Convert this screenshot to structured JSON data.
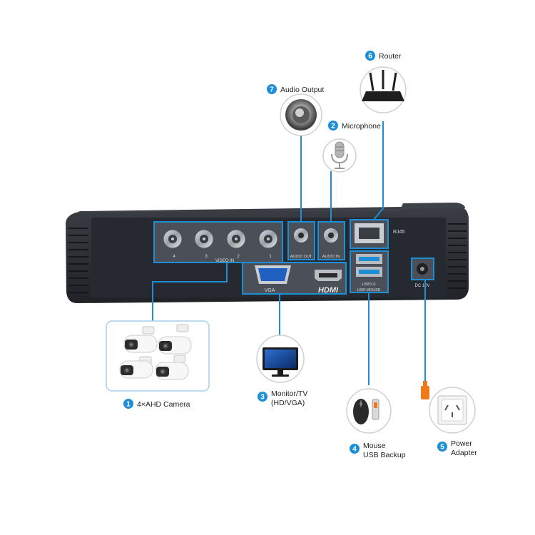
{
  "colors": {
    "accent": "#1e8fd6",
    "device": "#2b2e33",
    "device_dark": "#1c1e22",
    "panel_bg": "#4a4e55",
    "plug_orange": "#f07a1a"
  },
  "device": {
    "port_labels": {
      "ch4": "4",
      "ch3": "3",
      "ch2": "2",
      "ch1": "1",
      "video_in": "VIDEO IN",
      "audio_out": "AUDIO OUT",
      "audio_in": "AUDIO IN",
      "rj45": "RJ45",
      "vga": "VGA",
      "hdmi": "HDMI",
      "usb": "USB2.0",
      "usb_mouse": "USB MOUSE",
      "dc_power": "DC 12V"
    }
  },
  "callouts": {
    "camera": {
      "number": "1",
      "label": "4×AHD Camera",
      "icon": "camera-icon"
    },
    "microphone": {
      "number": "2",
      "label": "Microphone",
      "icon": "microphone-icon"
    },
    "monitor": {
      "number": "3",
      "line1": "Monitor/TV",
      "line2": "(HD/VGA)",
      "icon": "monitor-icon"
    },
    "mouse": {
      "number": "4",
      "line1": "Mouse",
      "line2": "USB Backup",
      "icon": "mouse-icon"
    },
    "power": {
      "number": "5",
      "line1": "Power",
      "line2": "Adapter",
      "icon": "power-outlet-icon"
    },
    "router": {
      "number": "6",
      "label": "Router",
      "icon": "router-icon"
    },
    "audio_output": {
      "number": "7",
      "label": "Audio Output",
      "icon": "speaker-icon"
    }
  }
}
